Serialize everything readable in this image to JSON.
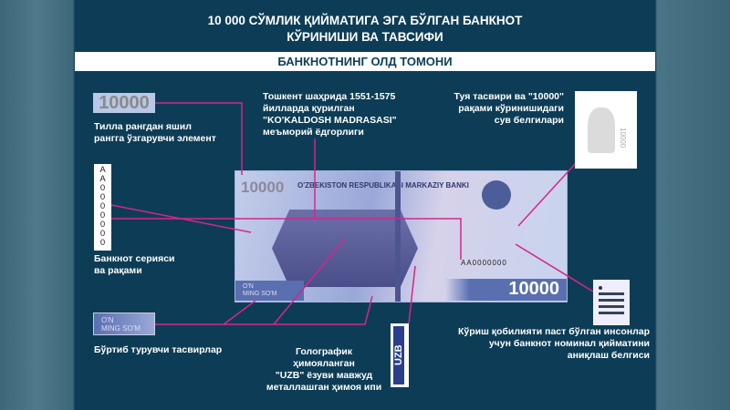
{
  "header": {
    "title_line1": "10 000 СЎМЛИК ҚИЙМАТИГА ЭГА БЎЛГАН БАНКНОТ",
    "title_line2": "КЎРИНИШИ ВА ТАВСИФИ",
    "subtitle": "БАНКНОТНИНГ ОЛД ТОМОНИ"
  },
  "features": {
    "color_shift": {
      "sample": "10000",
      "label": "Тилла рангдан яшил\nрангга ўзгарувчи элемент"
    },
    "madrasa": {
      "label": "Тошкент шаҳрида 1551-1575\nйилларда қурилган\n\"KO'KALDOSH MADRASASI\"\nмеъморий ёдгорлиги"
    },
    "watermark": {
      "label": "Туя тасвири ва \"10000\"\nрақами кўринишидаги\nсув белгилари",
      "sample": "10000"
    },
    "serial": {
      "chars": [
        "A",
        "A",
        "0",
        "0",
        "0",
        "0",
        "0",
        "0",
        "0"
      ],
      "label": "Банкнот серияси\nва рақами"
    },
    "relief": {
      "sample_line1": "O'N",
      "sample_line2": "MING SO'M",
      "label": "Бўртиб турувчи тасвирлар"
    },
    "thread": {
      "sample": "UZB",
      "label": "Голографик ҳимояланган\n\"UZB\" ёзуви мавжуд\nметаллашган ҳимоя ипи"
    },
    "tactile": {
      "label": "Кўриш қобилияти паст бўлган инсонлар\nучун банкнот номинал қийматини\nаниқлаш белгиси"
    }
  },
  "banknote": {
    "bank_name": "O'ZBEKISTON RESPUBLIKASI MARKAZIY BANKI",
    "denomination": "10000",
    "serial": "AA0000000",
    "words_line1": "O'N",
    "words_line2": "MING SO'M"
  },
  "colors": {
    "panel": "#0d3d56",
    "pointer": "#d6248f"
  }
}
